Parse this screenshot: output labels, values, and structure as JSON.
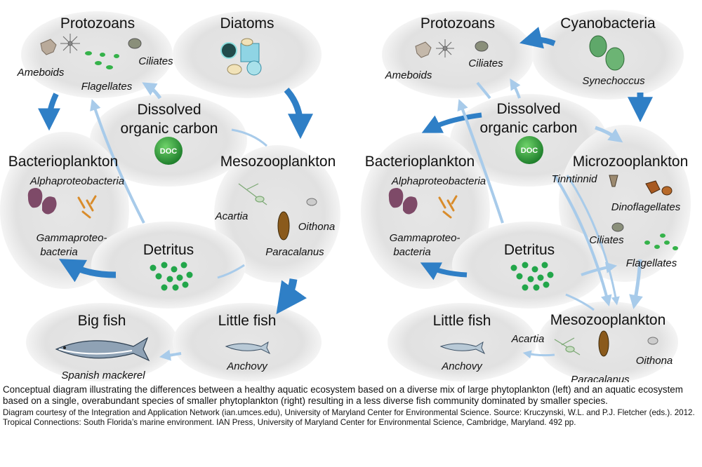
{
  "left": {
    "protozoans": {
      "title": "Protozoans",
      "ameboids": "Ameboids",
      "flagellates": "Flagellates",
      "ciliates": "Ciliates"
    },
    "diatoms": {
      "title": "Diatoms"
    },
    "doc": {
      "title_line1": "Dissolved",
      "title_line2": "organic carbon",
      "badge": "DOC"
    },
    "bacterioplankton": {
      "title": "Bacterioplankton",
      "alpha": "Alphaproteobacteria",
      "gamma_line1": "Gammaproteo-",
      "gamma_line2": "bacteria"
    },
    "mesozooplankton": {
      "title": "Mesozooplankton",
      "acartia": "Acartia",
      "oithona": "Oithona",
      "paracalanus": "Paracalanus"
    },
    "detritus": {
      "title": "Detritus"
    },
    "big_fish": {
      "title": "Big fish",
      "species": "Spanish mackerel"
    },
    "little_fish": {
      "title": "Little fish",
      "species": "Anchovy"
    }
  },
  "right": {
    "protozoans": {
      "title": "Protozoans",
      "ameboids": "Ameboids",
      "ciliates": "Ciliates"
    },
    "cyanobacteria": {
      "title": "Cyanobacteria",
      "species": "Synechoccus"
    },
    "doc": {
      "title_line1": "Dissolved",
      "title_line2": "organic carbon",
      "badge": "DOC"
    },
    "bacterioplankton": {
      "title": "Bacterioplankton",
      "alpha": "Alphaproteobacteria",
      "gamma_line1": "Gammaproteo-",
      "gamma_line2": "bacteria"
    },
    "microzooplankton": {
      "title": "Microzooplankton",
      "tintinnid": "Tinntinnid",
      "dinoflagellates": "Dinoflagellates",
      "ciliates": "Ciliates",
      "flagellates": "Flagellates"
    },
    "detritus": {
      "title": "Detritus"
    },
    "little_fish": {
      "title": "Little fish",
      "species": "Anchovy"
    },
    "mesozooplankton": {
      "title": "Mesozooplankton",
      "acartia": "Acartia",
      "oithona": "Oithona",
      "paracalanus": "Paracalanus"
    }
  },
  "caption": {
    "main": "Conceptual diagram illustrating the differences between a healthy aquatic ecosystem based on a diverse mix of large phytoplankton (left) and an aquatic ecosystem based on a single, overabundant species of smaller phytoplankton (right) resulting in a less diverse fish community dominated by smaller species.",
    "credit": "Diagram courtesy of the Integration and Application Network (ian.umces.edu), University of Maryland Center for Environmental Science. Source: Kruczynski, W.L. and P.J. Fletcher (eds.). 2012.  Tropical Connections: South Florida’s marine environment.  IAN Press, University of Maryland Center for Environmental Science, Cambridge, Maryland. 492 pp."
  },
  "colors": {
    "blob": "#e3e3e3",
    "arrow_dark": "#2f7fc6",
    "arrow_light": "#a8cbea",
    "doc_green": "#2e9b3d",
    "detritus_green": "#22a64a"
  }
}
